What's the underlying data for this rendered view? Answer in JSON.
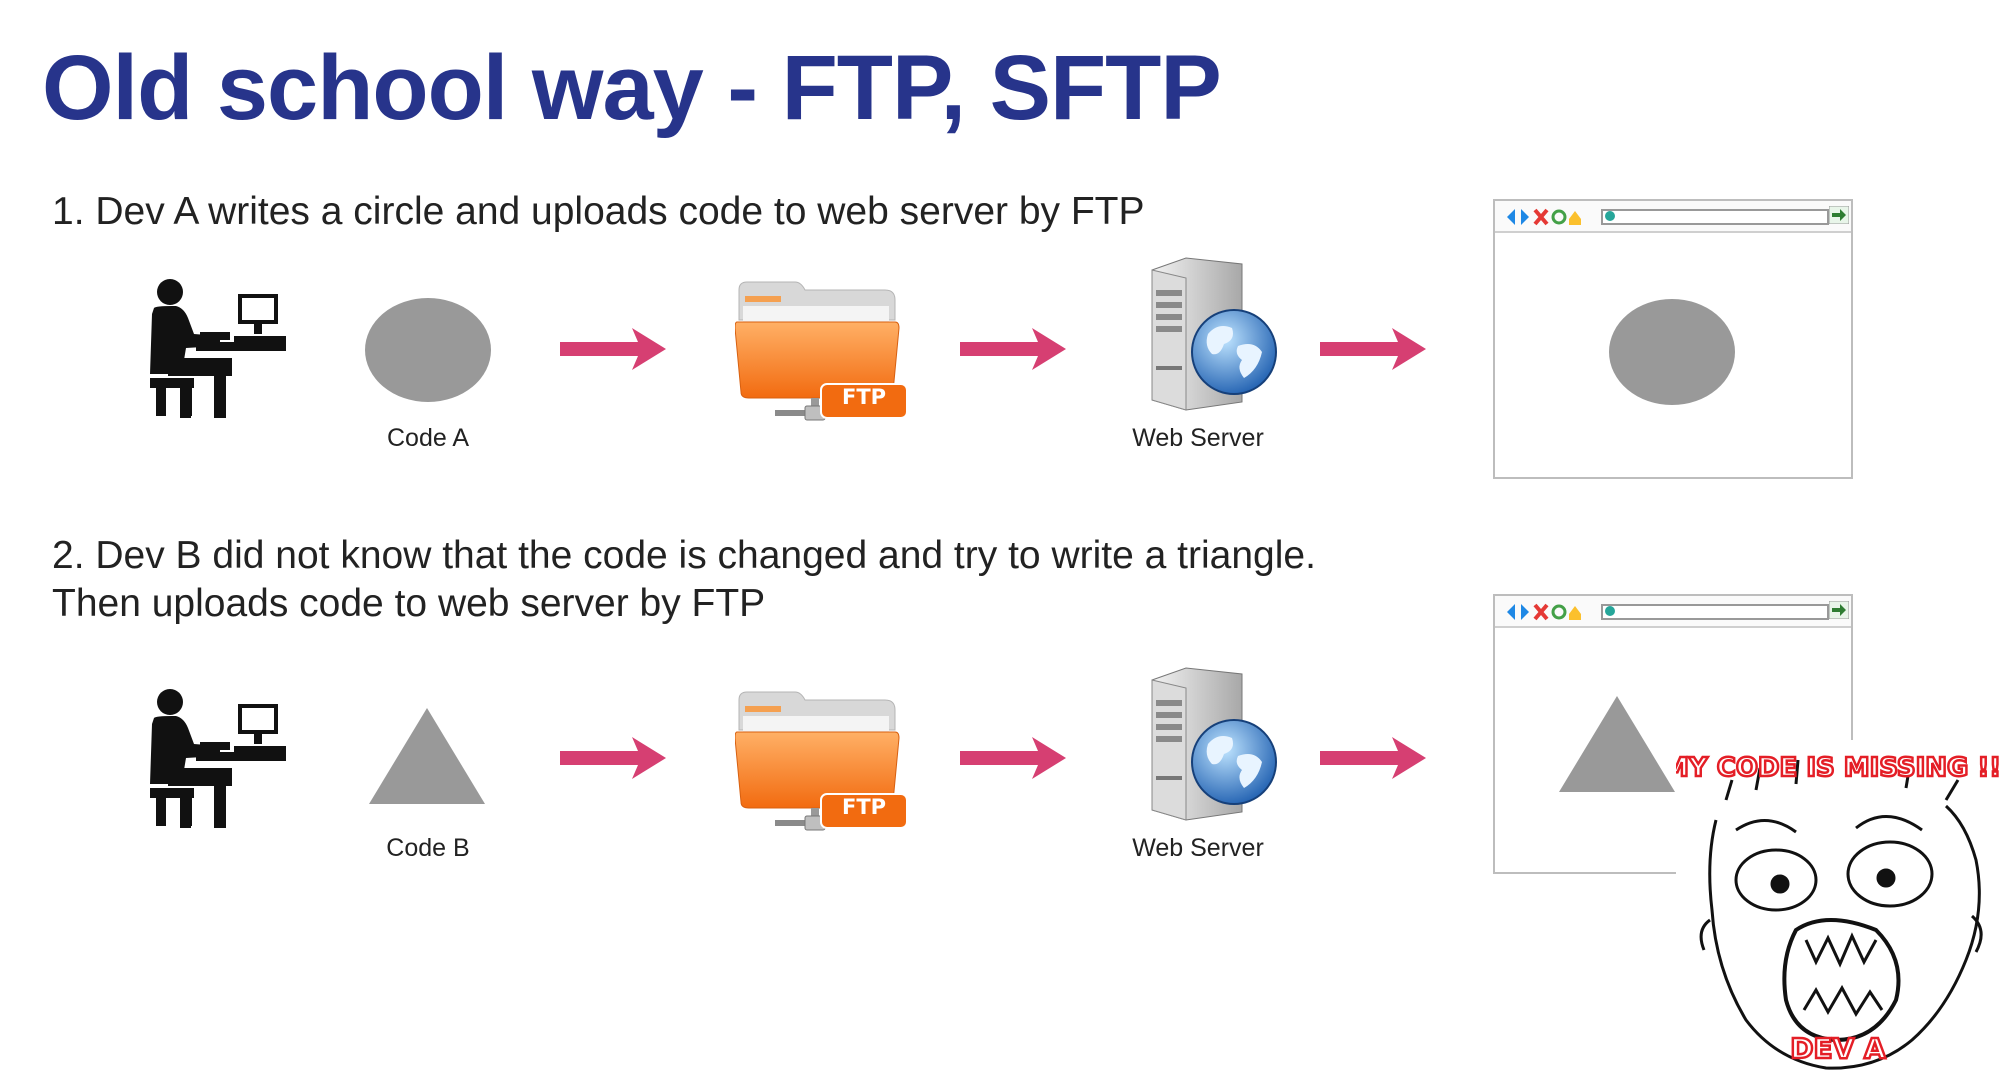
{
  "title": "Old school way - FTP, SFTP",
  "step1": {
    "text": "1. Dev A writes a circle and uploads code to web server by FTP",
    "code_label": "Code A",
    "ftp_label": "FTP",
    "server_label": "Web Server"
  },
  "step2": {
    "line1": "2. Dev B did not know that the code is changed and try to write a triangle.",
    "line2": "Then uploads code to web server by FTP",
    "code_label": "Code B",
    "ftp_label": "FTP",
    "server_label": "Web Server"
  },
  "meme": {
    "top_text": "MY CODE IS MISSING !!!",
    "bottom_text": "DEV A"
  },
  "colors": {
    "title": "#27348b",
    "arrow": "#d63f72",
    "shape": "#999999",
    "ftp_orange": "#f47a20"
  }
}
